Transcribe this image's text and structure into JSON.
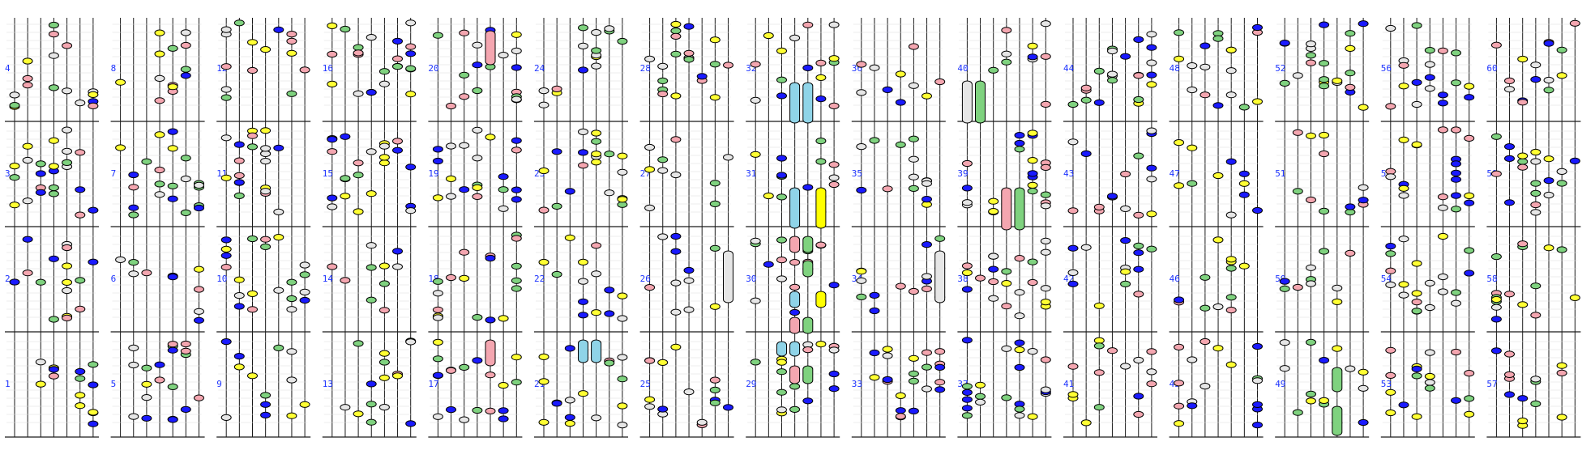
{
  "score": {
    "measure_labels": [
      "1",
      "2",
      "3",
      "4",
      "5",
      "6",
      "7",
      "8",
      "9",
      "10",
      "11",
      "12",
      "13",
      "14",
      "15",
      "16",
      "17",
      "18",
      "19",
      "20",
      "21",
      "22",
      "23",
      "24",
      "25",
      "26",
      "27",
      "28",
      "29",
      "30",
      "31",
      "32",
      "33",
      "34",
      "35",
      "36",
      "37",
      "38",
      "39",
      "40",
      "41",
      "42",
      "43",
      "44",
      "45",
      "46",
      "47",
      "48",
      "49",
      "50",
      "51",
      "52",
      "53",
      "54",
      "55",
      "56",
      "57",
      "58",
      "59",
      "60"
    ],
    "colors": {
      "background": "#ffffff",
      "staff_line": "#1a1a1a",
      "label": "#1f35ff",
      "blue": "#1a1aff",
      "pink": "#f4a6b0",
      "green": "#7fd27f",
      "yellow": "#ffff33",
      "gray": "#e6e6e6",
      "cyan": "#8fd4e8",
      "yellow_bright": "#ffff00"
    },
    "note_colors": [
      "blue",
      "pink",
      "green",
      "yellow",
      "gray"
    ]
  }
}
